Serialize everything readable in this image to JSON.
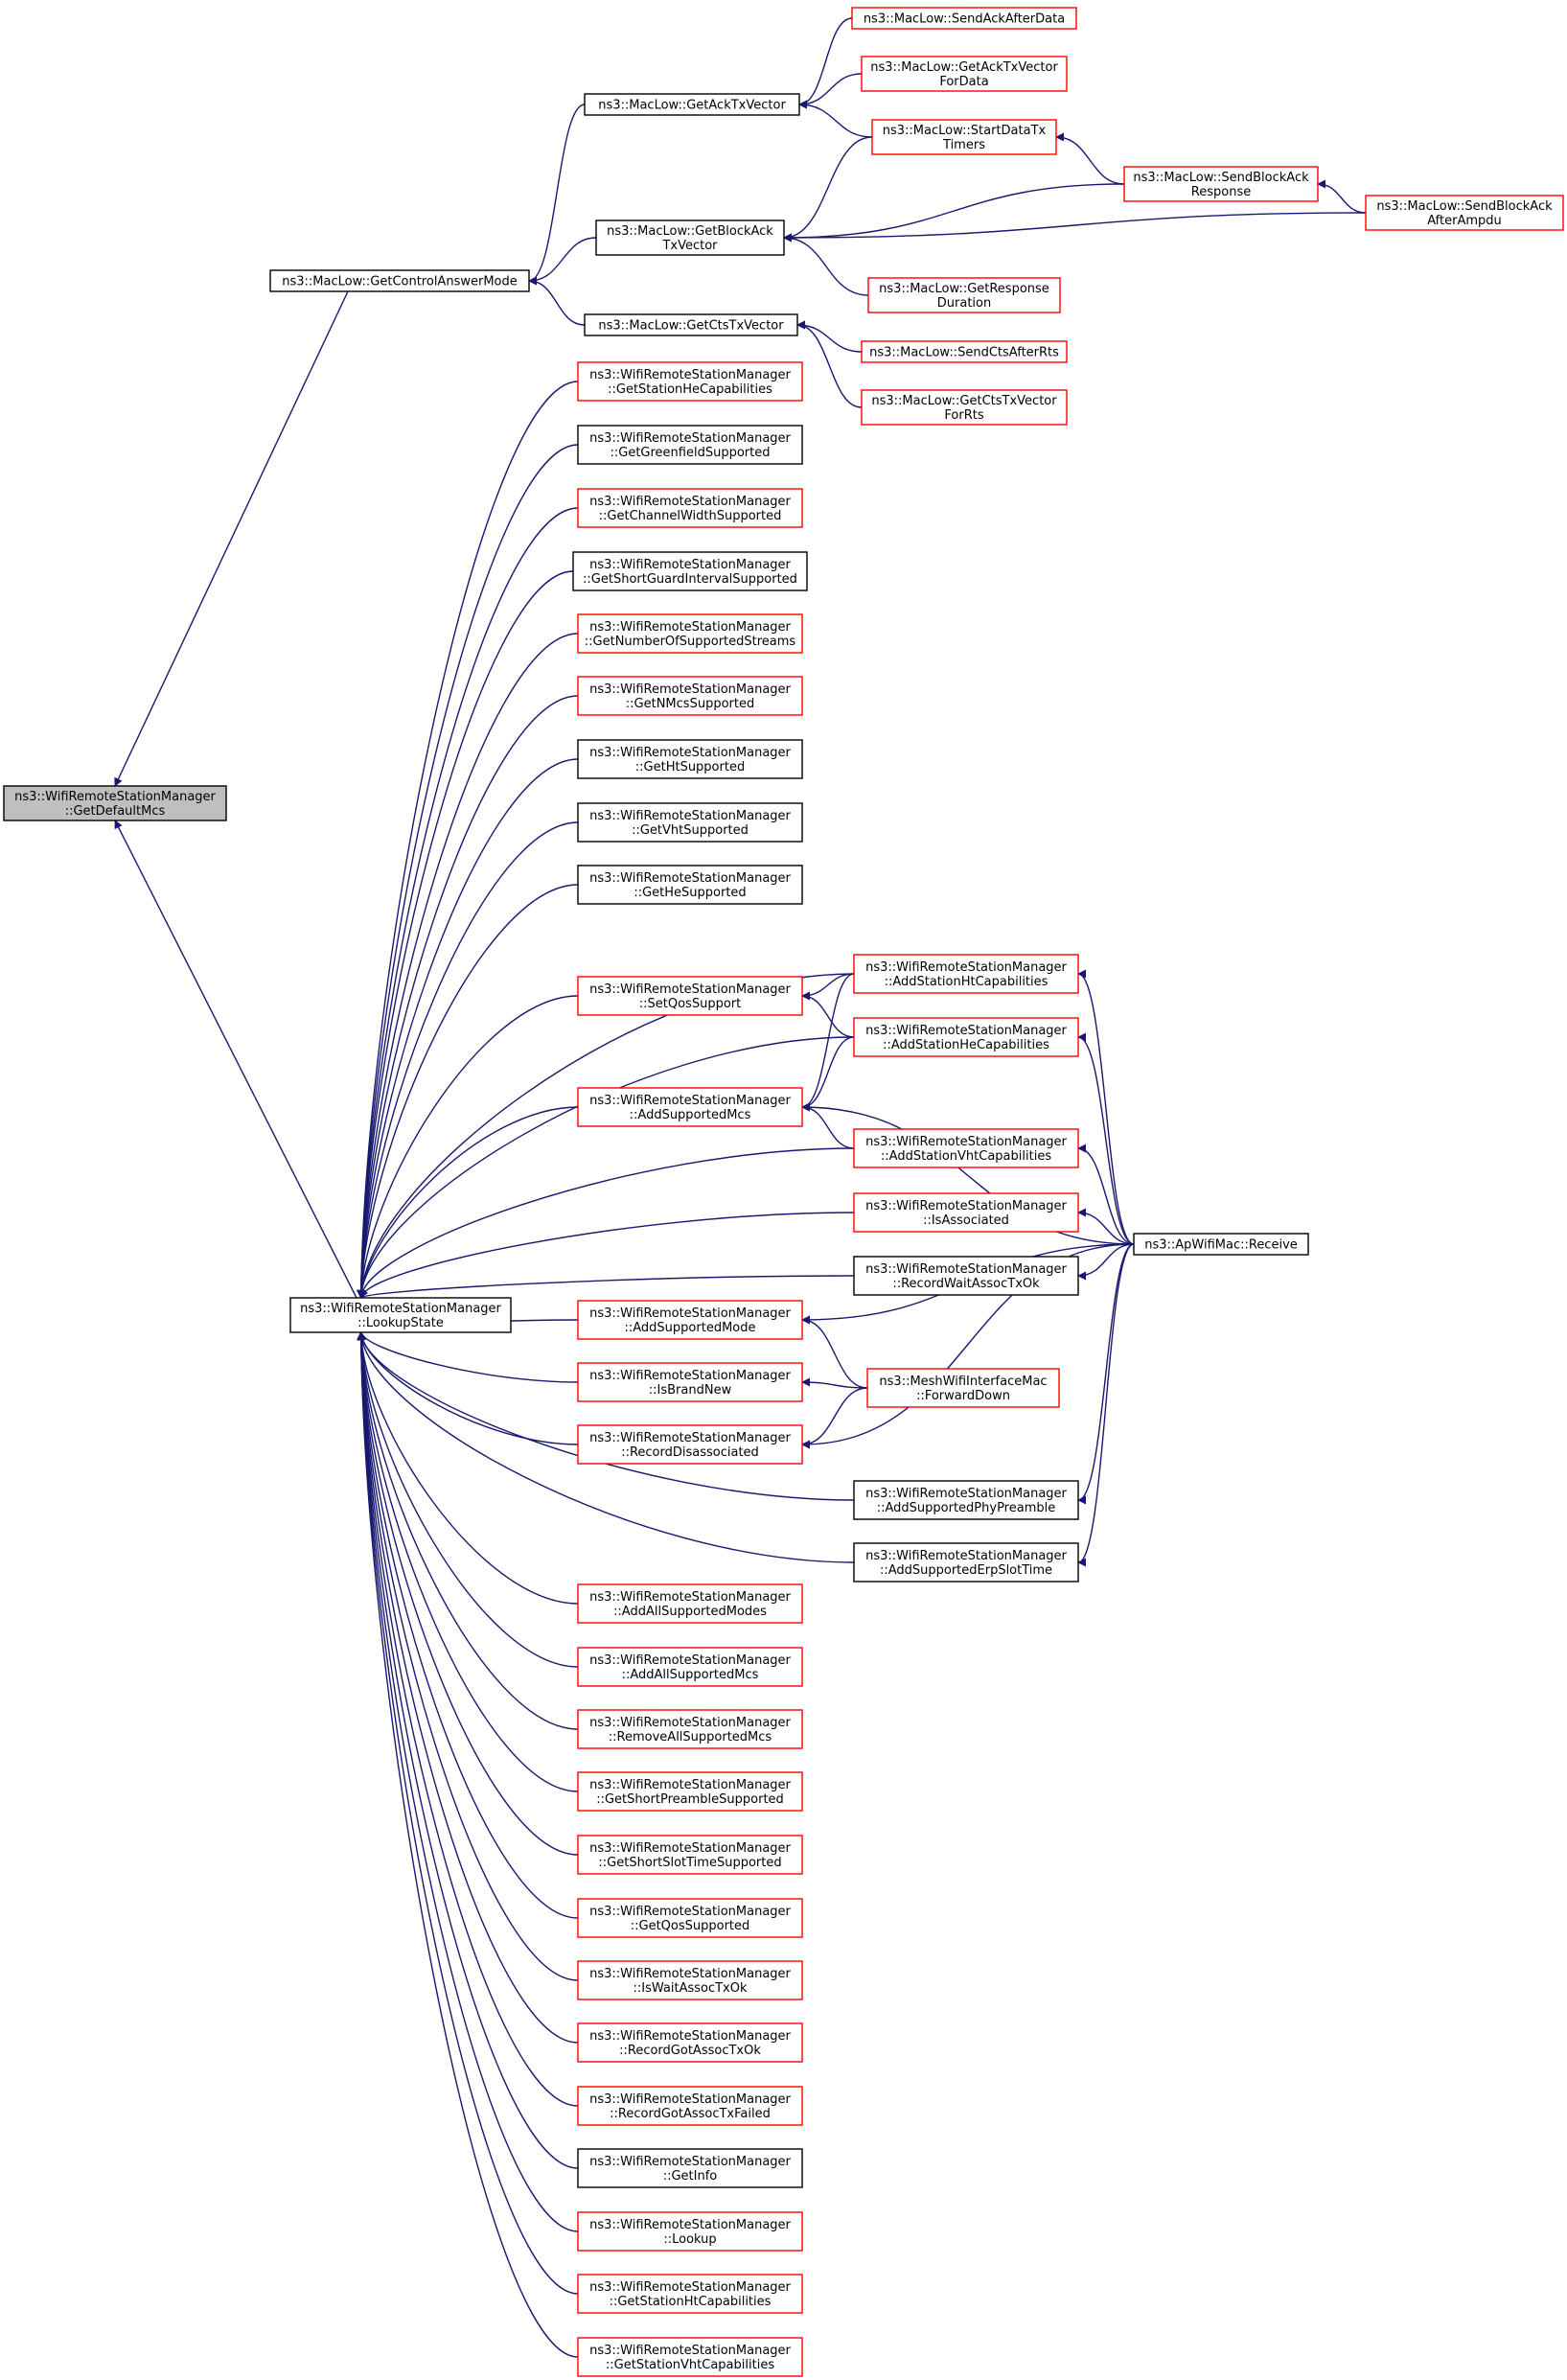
{
  "colors": {
    "edge": "#191970",
    "border_red": "#ff0000",
    "border_black": "#000000",
    "root_fill": "#bfbfbf",
    "fill": "#ffffff"
  },
  "nodes": [
    {
      "id": "root",
      "lines": [
        "ns3::WifiRemoteStationManager",
        "::GetDefaultMcs"
      ],
      "border": "black",
      "root": true
    },
    {
      "id": "gcam",
      "lines": [
        "ns3::MacLow::GetControlAnswerMode"
      ],
      "border": "black"
    },
    {
      "id": "lookupstate",
      "lines": [
        "ns3::WifiRemoteStationManager",
        "::LookupState"
      ],
      "border": "black"
    },
    {
      "id": "gatv",
      "lines": [
        "ns3::MacLow::GetAckTxVector"
      ],
      "border": "black"
    },
    {
      "id": "gbatv",
      "lines": [
        "ns3::MacLow::GetBlockAck",
        "TxVector"
      ],
      "border": "black"
    },
    {
      "id": "gctv",
      "lines": [
        "ns3::MacLow::GetCtsTxVector"
      ],
      "border": "black"
    },
    {
      "id": "saad",
      "lines": [
        "ns3::MacLow::SendAckAfterData"
      ],
      "border": "red"
    },
    {
      "id": "gatvfd",
      "lines": [
        "ns3::MacLow::GetAckTxVector",
        "ForData"
      ],
      "border": "red"
    },
    {
      "id": "sdtt",
      "lines": [
        "ns3::MacLow::StartDataTx",
        "Timers"
      ],
      "border": "red"
    },
    {
      "id": "sbar",
      "lines": [
        "ns3::MacLow::SendBlockAck",
        "Response"
      ],
      "border": "red"
    },
    {
      "id": "sbaaa",
      "lines": [
        "ns3::MacLow::SendBlockAck",
        "AfterAmpdu"
      ],
      "border": "red"
    },
    {
      "id": "grd",
      "lines": [
        "ns3::MacLow::GetResponse",
        "Duration"
      ],
      "border": "red"
    },
    {
      "id": "scar",
      "lines": [
        "ns3::MacLow::SendCtsAfterRts"
      ],
      "border": "red"
    },
    {
      "id": "gctvfr",
      "lines": [
        "ns3::MacLow::GetCtsTxVector",
        "ForRts"
      ],
      "border": "red"
    },
    {
      "id": "gshec",
      "lines": [
        "ns3::WifiRemoteStationManager",
        "::GetStationHeCapabilities"
      ],
      "border": "red"
    },
    {
      "id": "ggs",
      "lines": [
        "ns3::WifiRemoteStationManager",
        "::GetGreenfieldSupported"
      ],
      "border": "black"
    },
    {
      "id": "gcws",
      "lines": [
        "ns3::WifiRemoteStationManager",
        "::GetChannelWidthSupported"
      ],
      "border": "red"
    },
    {
      "id": "gsgis",
      "lines": [
        "ns3::WifiRemoteStationManager",
        "::GetShortGuardIntervalSupported"
      ],
      "border": "black"
    },
    {
      "id": "gnoss",
      "lines": [
        "ns3::WifiRemoteStationManager",
        "::GetNumberOfSupportedStreams"
      ],
      "border": "red"
    },
    {
      "id": "gnmcs",
      "lines": [
        "ns3::WifiRemoteStationManager",
        "::GetNMcsSupported"
      ],
      "border": "red"
    },
    {
      "id": "ghts",
      "lines": [
        "ns3::WifiRemoteStationManager",
        "::GetHtSupported"
      ],
      "border": "black"
    },
    {
      "id": "gvhts",
      "lines": [
        "ns3::WifiRemoteStationManager",
        "::GetVhtSupported"
      ],
      "border": "black"
    },
    {
      "id": "ghes",
      "lines": [
        "ns3::WifiRemoteStationManager",
        "::GetHeSupported"
      ],
      "border": "black"
    },
    {
      "id": "sqos",
      "lines": [
        "ns3::WifiRemoteStationManager",
        "::SetQosSupport"
      ],
      "border": "red"
    },
    {
      "id": "asmcs",
      "lines": [
        "ns3::WifiRemoteStationManager",
        "::AddSupportedMcs"
      ],
      "border": "red"
    },
    {
      "id": "ashtc",
      "lines": [
        "ns3::WifiRemoteStationManager",
        "::AddStationHtCapabilities"
      ],
      "border": "red"
    },
    {
      "id": "ashec",
      "lines": [
        "ns3::WifiRemoteStationManager",
        "::AddStationHeCapabilities"
      ],
      "border": "red"
    },
    {
      "id": "asvhtc",
      "lines": [
        "ns3::WifiRemoteStationManager",
        "::AddStationVhtCapabilities"
      ],
      "border": "red"
    },
    {
      "id": "isassoc",
      "lines": [
        "ns3::WifiRemoteStationManager",
        "::IsAssociated"
      ],
      "border": "red"
    },
    {
      "id": "rwato",
      "lines": [
        "ns3::WifiRemoteStationManager",
        "::RecordWaitAssocTxOk"
      ],
      "border": "black"
    },
    {
      "id": "asmode",
      "lines": [
        "ns3::WifiRemoteStationManager",
        "::AddSupportedMode"
      ],
      "border": "red"
    },
    {
      "id": "isbn",
      "lines": [
        "ns3::WifiRemoteStationManager",
        "::IsBrandNew"
      ],
      "border": "red"
    },
    {
      "id": "rdis",
      "lines": [
        "ns3::WifiRemoteStationManager",
        "::RecordDisassociated"
      ],
      "border": "red"
    },
    {
      "id": "aspp",
      "lines": [
        "ns3::WifiRemoteStationManager",
        "::AddSupportedPhyPreamble"
      ],
      "border": "black"
    },
    {
      "id": "asest",
      "lines": [
        "ns3::WifiRemoteStationManager",
        "::AddSupportedErpSlotTime"
      ],
      "border": "black"
    },
    {
      "id": "apwm",
      "lines": [
        "ns3::ApWifiMac::Receive"
      ],
      "border": "black"
    },
    {
      "id": "mwifd",
      "lines": [
        "ns3::MeshWifiInterfaceMac",
        "::ForwardDown"
      ],
      "border": "red"
    },
    {
      "id": "aasmodes",
      "lines": [
        "ns3::WifiRemoteStationManager",
        "::AddAllSupportedModes"
      ],
      "border": "red"
    },
    {
      "id": "aasmcs",
      "lines": [
        "ns3::WifiRemoteStationManager",
        "::AddAllSupportedMcs"
      ],
      "border": "red"
    },
    {
      "id": "rasmcs",
      "lines": [
        "ns3::WifiRemoteStationManager",
        "::RemoveAllSupportedMcs"
      ],
      "border": "red"
    },
    {
      "id": "gsps",
      "lines": [
        "ns3::WifiRemoteStationManager",
        "::GetShortPreambleSupported"
      ],
      "border": "red"
    },
    {
      "id": "gssts",
      "lines": [
        "ns3::WifiRemoteStationManager",
        "::GetShortSlotTimeSupported"
      ],
      "border": "red"
    },
    {
      "id": "gqs",
      "lines": [
        "ns3::WifiRemoteStationManager",
        "::GetQosSupported"
      ],
      "border": "red"
    },
    {
      "id": "iwato",
      "lines": [
        "ns3::WifiRemoteStationManager",
        "::IsWaitAssocTxOk"
      ],
      "border": "red"
    },
    {
      "id": "rgato",
      "lines": [
        "ns3::WifiRemoteStationManager",
        "::RecordGotAssocTxOk"
      ],
      "border": "red"
    },
    {
      "id": "rgatf",
      "lines": [
        "ns3::WifiRemoteStationManager",
        "::RecordGotAssocTxFailed"
      ],
      "border": "red"
    },
    {
      "id": "ginfo",
      "lines": [
        "ns3::WifiRemoteStationManager",
        "::GetInfo"
      ],
      "border": "black"
    },
    {
      "id": "lookup",
      "lines": [
        "ns3::WifiRemoteStationManager",
        "::Lookup"
      ],
      "border": "red"
    },
    {
      "id": "gshtc",
      "lines": [
        "ns3::WifiRemoteStationManager",
        "::GetStationHtCapabilities"
      ],
      "border": "red"
    },
    {
      "id": "gsvhtc",
      "lines": [
        "ns3::WifiRemoteStationManager",
        "::GetStationVhtCapabilities"
      ],
      "border": "red"
    }
  ],
  "edges": [
    {
      "from": "gcam",
      "to": "root"
    },
    {
      "from": "lookupstate",
      "to": "root"
    },
    {
      "from": "gatv",
      "to": "gcam"
    },
    {
      "from": "gbatv",
      "to": "gcam"
    },
    {
      "from": "gctv",
      "to": "gcam"
    },
    {
      "from": "saad",
      "to": "gatv"
    },
    {
      "from": "gatvfd",
      "to": "gatv"
    },
    {
      "from": "sdtt",
      "to": "gatv"
    },
    {
      "from": "sdtt",
      "to": "gbatv"
    },
    {
      "from": "sbar",
      "to": "gbatv"
    },
    {
      "from": "sbaaa",
      "to": "gbatv"
    },
    {
      "from": "grd",
      "to": "gbatv"
    },
    {
      "from": "sbar",
      "to": "sdtt"
    },
    {
      "from": "sbaaa",
      "to": "sbar"
    },
    {
      "from": "scar",
      "to": "gctv"
    },
    {
      "from": "gctvfr",
      "to": "gctv"
    },
    {
      "from": "gshec",
      "to": "lookupstate"
    },
    {
      "from": "ggs",
      "to": "lookupstate"
    },
    {
      "from": "gcws",
      "to": "lookupstate"
    },
    {
      "from": "gsgis",
      "to": "lookupstate"
    },
    {
      "from": "gnoss",
      "to": "lookupstate"
    },
    {
      "from": "gnmcs",
      "to": "lookupstate"
    },
    {
      "from": "ghts",
      "to": "lookupstate"
    },
    {
      "from": "gvhts",
      "to": "lookupstate"
    },
    {
      "from": "ghes",
      "to": "lookupstate"
    },
    {
      "from": "ashtc",
      "to": "lookupstate"
    },
    {
      "from": "sqos",
      "to": "lookupstate"
    },
    {
      "from": "ashec",
      "to": "lookupstate"
    },
    {
      "from": "asmcs",
      "to": "lookupstate"
    },
    {
      "from": "asvhtc",
      "to": "lookupstate"
    },
    {
      "from": "isassoc",
      "to": "lookupstate"
    },
    {
      "from": "rwato",
      "to": "lookupstate"
    },
    {
      "from": "asmode",
      "to": "lookupstate"
    },
    {
      "from": "isbn",
      "to": "lookupstate"
    },
    {
      "from": "rdis",
      "to": "lookupstate"
    },
    {
      "from": "aspp",
      "to": "lookupstate"
    },
    {
      "from": "asest",
      "to": "lookupstate"
    },
    {
      "from": "aasmodes",
      "to": "lookupstate"
    },
    {
      "from": "aasmcs",
      "to": "lookupstate"
    },
    {
      "from": "rasmcs",
      "to": "lookupstate"
    },
    {
      "from": "gsps",
      "to": "lookupstate"
    },
    {
      "from": "gssts",
      "to": "lookupstate"
    },
    {
      "from": "gqs",
      "to": "lookupstate"
    },
    {
      "from": "iwato",
      "to": "lookupstate"
    },
    {
      "from": "rgato",
      "to": "lookupstate"
    },
    {
      "from": "rgatf",
      "to": "lookupstate"
    },
    {
      "from": "ginfo",
      "to": "lookupstate"
    },
    {
      "from": "lookup",
      "to": "lookupstate"
    },
    {
      "from": "gshtc",
      "to": "lookupstate"
    },
    {
      "from": "gsvhtc",
      "to": "lookupstate"
    },
    {
      "from": "ashtc",
      "to": "sqos"
    },
    {
      "from": "ashec",
      "to": "sqos"
    },
    {
      "from": "ashtc",
      "to": "asmcs"
    },
    {
      "from": "ashec",
      "to": "asmcs"
    },
    {
      "from": "asvhtc",
      "to": "asmcs"
    },
    {
      "from": "apwm",
      "to": "asmcs"
    },
    {
      "from": "apwm",
      "to": "ashtc"
    },
    {
      "from": "apwm",
      "to": "ashec"
    },
    {
      "from": "apwm",
      "to": "asvhtc"
    },
    {
      "from": "apwm",
      "to": "isassoc"
    },
    {
      "from": "apwm",
      "to": "rwato"
    },
    {
      "from": "apwm",
      "to": "asmode"
    },
    {
      "from": "apwm",
      "to": "rdis"
    },
    {
      "from": "apwm",
      "to": "aspp"
    },
    {
      "from": "apwm",
      "to": "asest"
    },
    {
      "from": "mwifd",
      "to": "asmode"
    },
    {
      "from": "mwifd",
      "to": "isbn"
    },
    {
      "from": "mwifd",
      "to": "rdis"
    }
  ]
}
